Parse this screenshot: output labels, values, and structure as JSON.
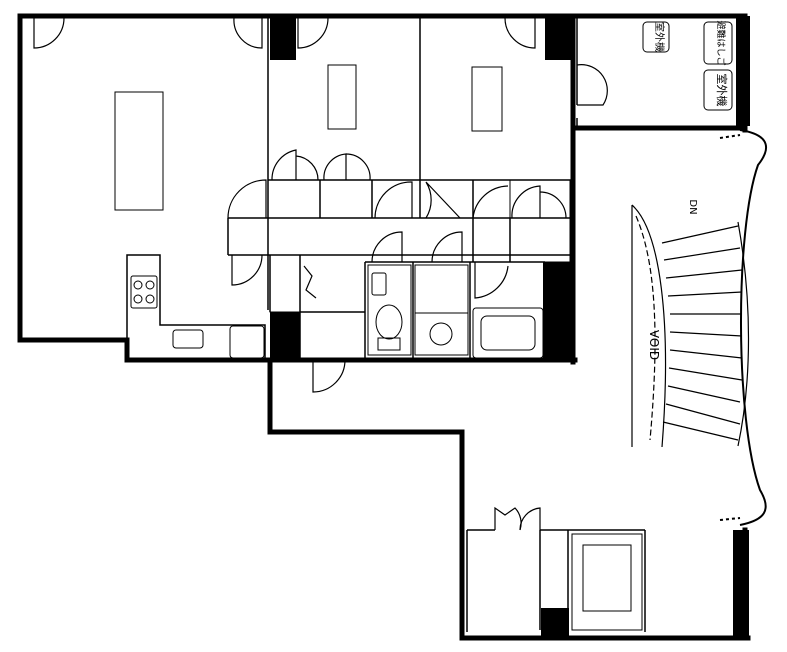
{
  "labels": {
    "outdoor_unit_1": "室外機",
    "outdoor_unit_2": "室外機",
    "emergency_ladder": "避難はしご",
    "stair_direction": "DN",
    "void": "VOID"
  }
}
